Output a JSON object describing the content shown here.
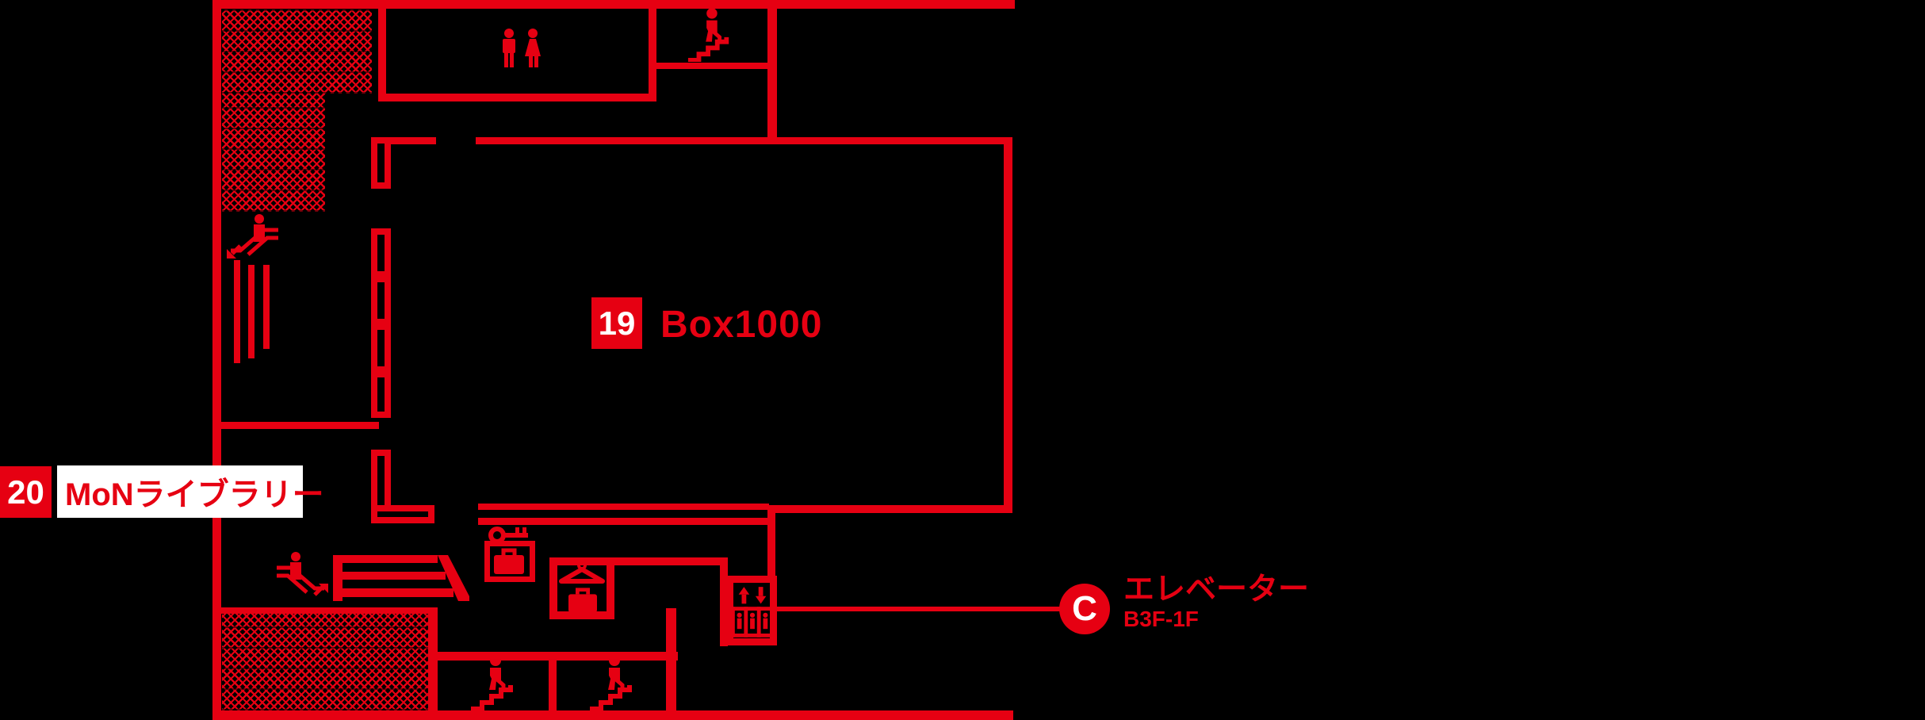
{
  "colors": {
    "accent_red": "#e60012",
    "label_bg": "#ffffff",
    "background": "#000000"
  },
  "map": {
    "room_box1000": {
      "number": "19",
      "name": "Box1000"
    },
    "room_library": {
      "number": "20",
      "name": "MoNライブラリー"
    },
    "elevator_callout": {
      "letter": "C",
      "title": "エレベーター",
      "floors": "B3F-1F"
    }
  },
  "icons": {
    "restroom": "restroom-icon",
    "stairs_top": "stairs-icon",
    "stairs_bottom_left": "stairs-icon",
    "stairs_bottom_right": "stairs-icon",
    "escalator_down": "escalator-down-icon",
    "escalator_up": "escalator-up-icon",
    "wide_stairs": "wide-stairs-icon",
    "key": "key-icon",
    "locker": "briefcase-locker-icon",
    "cloak_hanger": "hanger-icon",
    "cloak_bag": "briefcase-icon",
    "elevator": "elevator-icon"
  }
}
